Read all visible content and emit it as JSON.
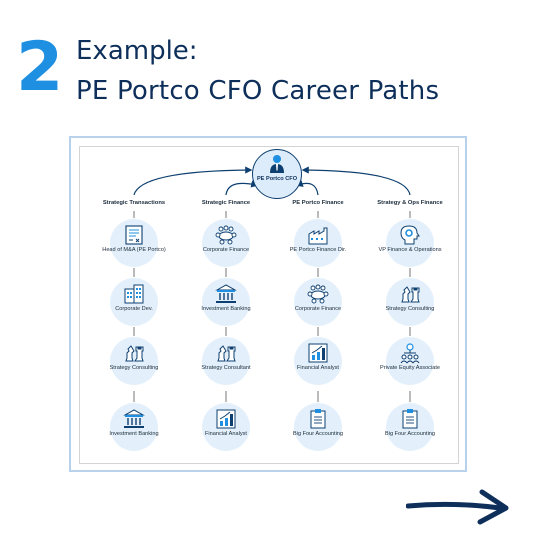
{
  "header": {
    "step_number": "2",
    "line1": "Example:",
    "line2": "PE Portco CFO Career Paths"
  },
  "diagram": {
    "root": {
      "label": "PE Portco CFO",
      "icon": "cfo-person-icon"
    },
    "columns": [
      {
        "heading": "Strategic Transactions",
        "nodes": [
          {
            "label": "Head of M&A (PE Portco)",
            "icon": "document-icon"
          },
          {
            "label": "Corporate Dev.",
            "icon": "buildings-icon"
          },
          {
            "label": "Strategy Consulting",
            "icon": "chess-icon"
          },
          {
            "label": "Investment Banking",
            "icon": "bank-icon"
          }
        ]
      },
      {
        "heading": "Strategic Finance",
        "nodes": [
          {
            "label": "Corporate Finance",
            "icon": "meeting-table-icon"
          },
          {
            "label": "Investment Banking",
            "icon": "bank-icon"
          },
          {
            "label": "Strategy Consultant",
            "icon": "chess-icon"
          },
          {
            "label": "Financial Analyst",
            "icon": "bar-chart-icon"
          }
        ]
      },
      {
        "heading": "PE Portco Finance",
        "nodes": [
          {
            "label": "PE Portco Finance Dir.",
            "icon": "factory-icon"
          },
          {
            "label": "Corporate Finance",
            "icon": "meeting-table-icon"
          },
          {
            "label": "Financial Analyst",
            "icon": "bar-chart-icon"
          },
          {
            "label": "Big Four Accounting",
            "icon": "clipboard-icon"
          }
        ]
      },
      {
        "heading": "Strategy & Ops Finance",
        "nodes": [
          {
            "label": "VP Finance & Operations",
            "icon": "gear-head-icon"
          },
          {
            "label": "Strategy Consulting",
            "icon": "chess-icon"
          },
          {
            "label": "Private Equity Associate",
            "icon": "network-people-icon"
          },
          {
            "label": "Big Four Accounting",
            "icon": "clipboard-icon"
          }
        ]
      }
    ]
  },
  "colors": {
    "accent": "#1e8fe1",
    "navy": "#0d2f5a",
    "node_fill": "#e3f0fb",
    "frame_border": "#b7d2ea"
  },
  "next_arrow": {
    "icon": "right-arrow-icon"
  }
}
